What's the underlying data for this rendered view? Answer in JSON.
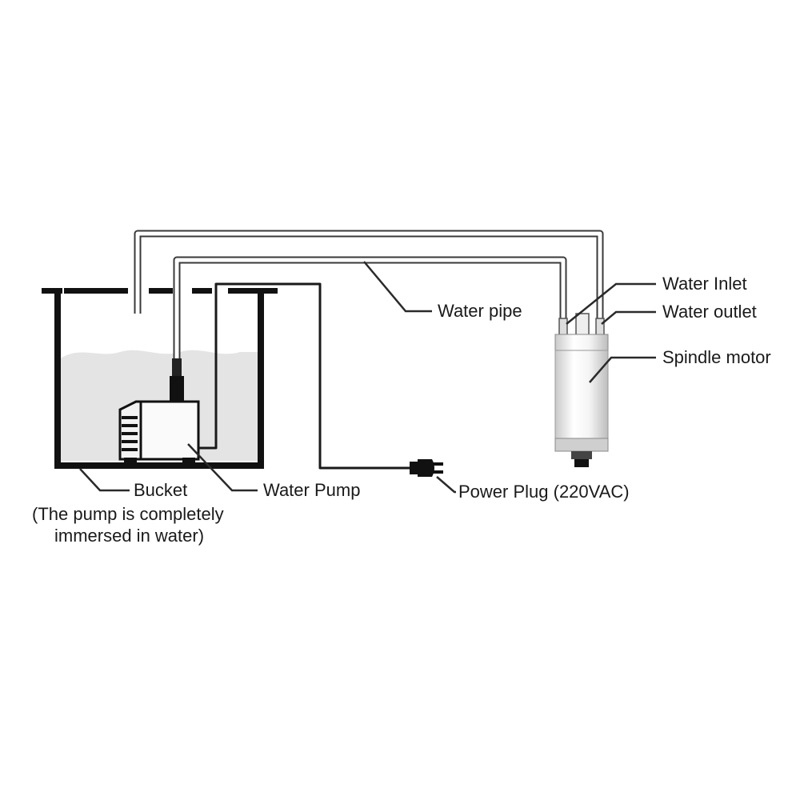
{
  "labels": {
    "water_pipe": "Water pipe",
    "water_inlet": "Water Inlet",
    "water_outlet": "Water outlet",
    "spindle_motor": "Spindle motor",
    "bucket": "Bucket",
    "bucket_note_line1": "(The pump is completely",
    "bucket_note_line2": "immersed in water)",
    "water_pump": "Water Pump",
    "power_plug": "Power Plug (220VAC)"
  }
}
